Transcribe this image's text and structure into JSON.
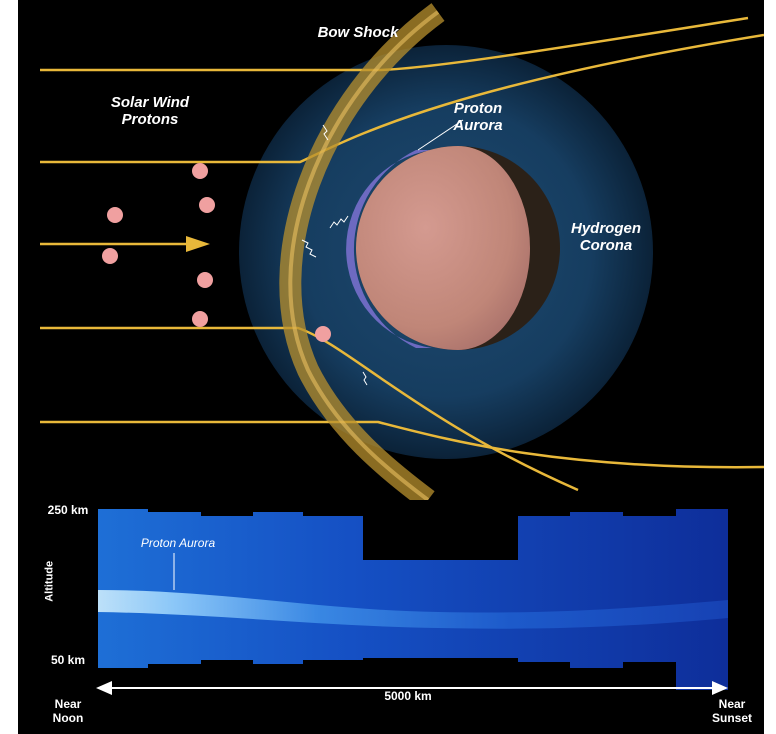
{
  "diagram": {
    "labels": {
      "bow_shock": "Bow Shock",
      "solar_wind_line1": "Solar Wind",
      "solar_wind_line2": "Protons",
      "proton_aurora_line1": "Proton",
      "proton_aurora_line2": "Aurora",
      "hydrogen_corona_line1": "Hydrogen",
      "hydrogen_corona_line2": "Corona"
    },
    "colors": {
      "background": "#000000",
      "field_lines": "#e8b83a",
      "bow_shock": "#b8902e",
      "corona": "#153a5c",
      "planet": "#c98f86",
      "aurora": "#8a78e0",
      "protons": "#f0a0a0"
    }
  },
  "observation": {
    "altitude_top": "250 km",
    "altitude_bottom": "50 km",
    "altitude_axis_label": "Altitude",
    "proton_aurora_label": "Proton Aurora",
    "distance_label": "5000 km",
    "left_end_line1": "Near",
    "left_end_line2": "Noon",
    "right_end_line1": "Near",
    "right_end_line2": "Sunset"
  }
}
